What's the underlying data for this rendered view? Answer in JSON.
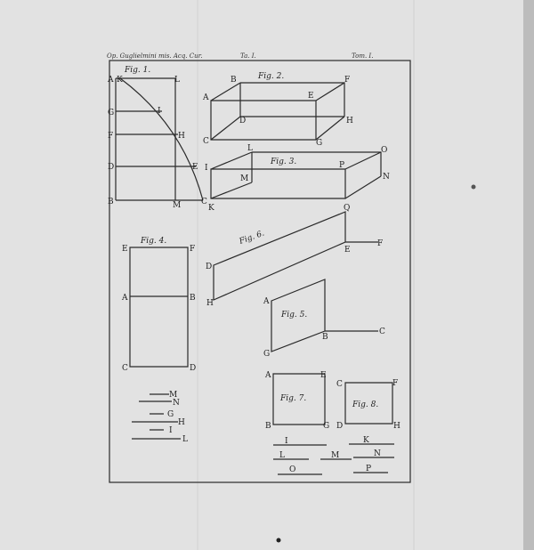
{
  "header": {
    "left": "Op. Guglielmini mis. Acq. Cur.",
    "center": "Ta. I.",
    "right": "Tom. I."
  },
  "fig1": {
    "title": "Fig. 1.",
    "labels": [
      "A",
      "K",
      "L",
      "G",
      "I",
      "F",
      "H",
      "D",
      "E",
      "B",
      "M",
      "C"
    ]
  },
  "fig2": {
    "title": "Fig. 2.",
    "labels": [
      "B",
      "F",
      "A",
      "E",
      "D",
      "H",
      "C",
      "G"
    ]
  },
  "fig3": {
    "title": "Fig. 3.",
    "labels": [
      "L",
      "O",
      "I",
      "P",
      "M",
      "N",
      "K"
    ]
  },
  "fig4": {
    "title": "Fig. 4.",
    "labels": [
      "E",
      "F",
      "A",
      "B",
      "C",
      "D"
    ]
  },
  "fig5": {
    "title": "Fig. 5.",
    "labels": [
      "A",
      "B",
      "C",
      "G"
    ]
  },
  "fig6": {
    "title": "Fig. 6.",
    "labels": [
      "Q",
      "E",
      "F",
      "D",
      "H"
    ]
  },
  "fig7": {
    "title": "Fig. 7.",
    "labels": [
      "A",
      "E",
      "B",
      "G"
    ]
  },
  "fig8": {
    "title": "Fig. 8.",
    "labels": [
      "C",
      "F",
      "D",
      "H"
    ]
  },
  "left_lines": [
    "M",
    "N",
    "G",
    "H",
    "I",
    "L"
  ],
  "bottom_lines": [
    "I",
    "K",
    "L",
    "M",
    "N",
    "O",
    "P"
  ]
}
